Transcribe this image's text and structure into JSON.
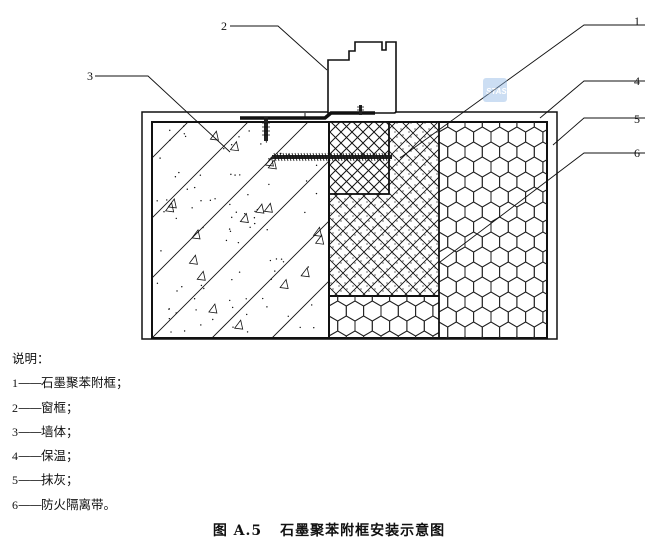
{
  "diagram": {
    "callouts": [
      {
        "num": "1",
        "target": "graphite-polystyrene-subframe"
      },
      {
        "num": "2",
        "target": "window-frame"
      },
      {
        "num": "3",
        "target": "wall"
      },
      {
        "num": "4",
        "target": "insulation"
      },
      {
        "num": "5",
        "target": "plaster"
      },
      {
        "num": "6",
        "target": "fire-barrier-strip"
      }
    ],
    "watermark_text": "STAS"
  },
  "legend": {
    "title": "说明：",
    "separator": "——",
    "items": [
      {
        "num": "1",
        "text": "石墨聚苯附框；"
      },
      {
        "num": "2",
        "text": "窗框；"
      },
      {
        "num": "3",
        "text": "墙体；"
      },
      {
        "num": "4",
        "text": "保温；"
      },
      {
        "num": "5",
        "text": "抹灰；"
      },
      {
        "num": "6",
        "text": "防火隔离带。"
      }
    ]
  },
  "caption": {
    "figure_number": "图 A.5",
    "title": "石墨聚苯附框安装示意图"
  }
}
